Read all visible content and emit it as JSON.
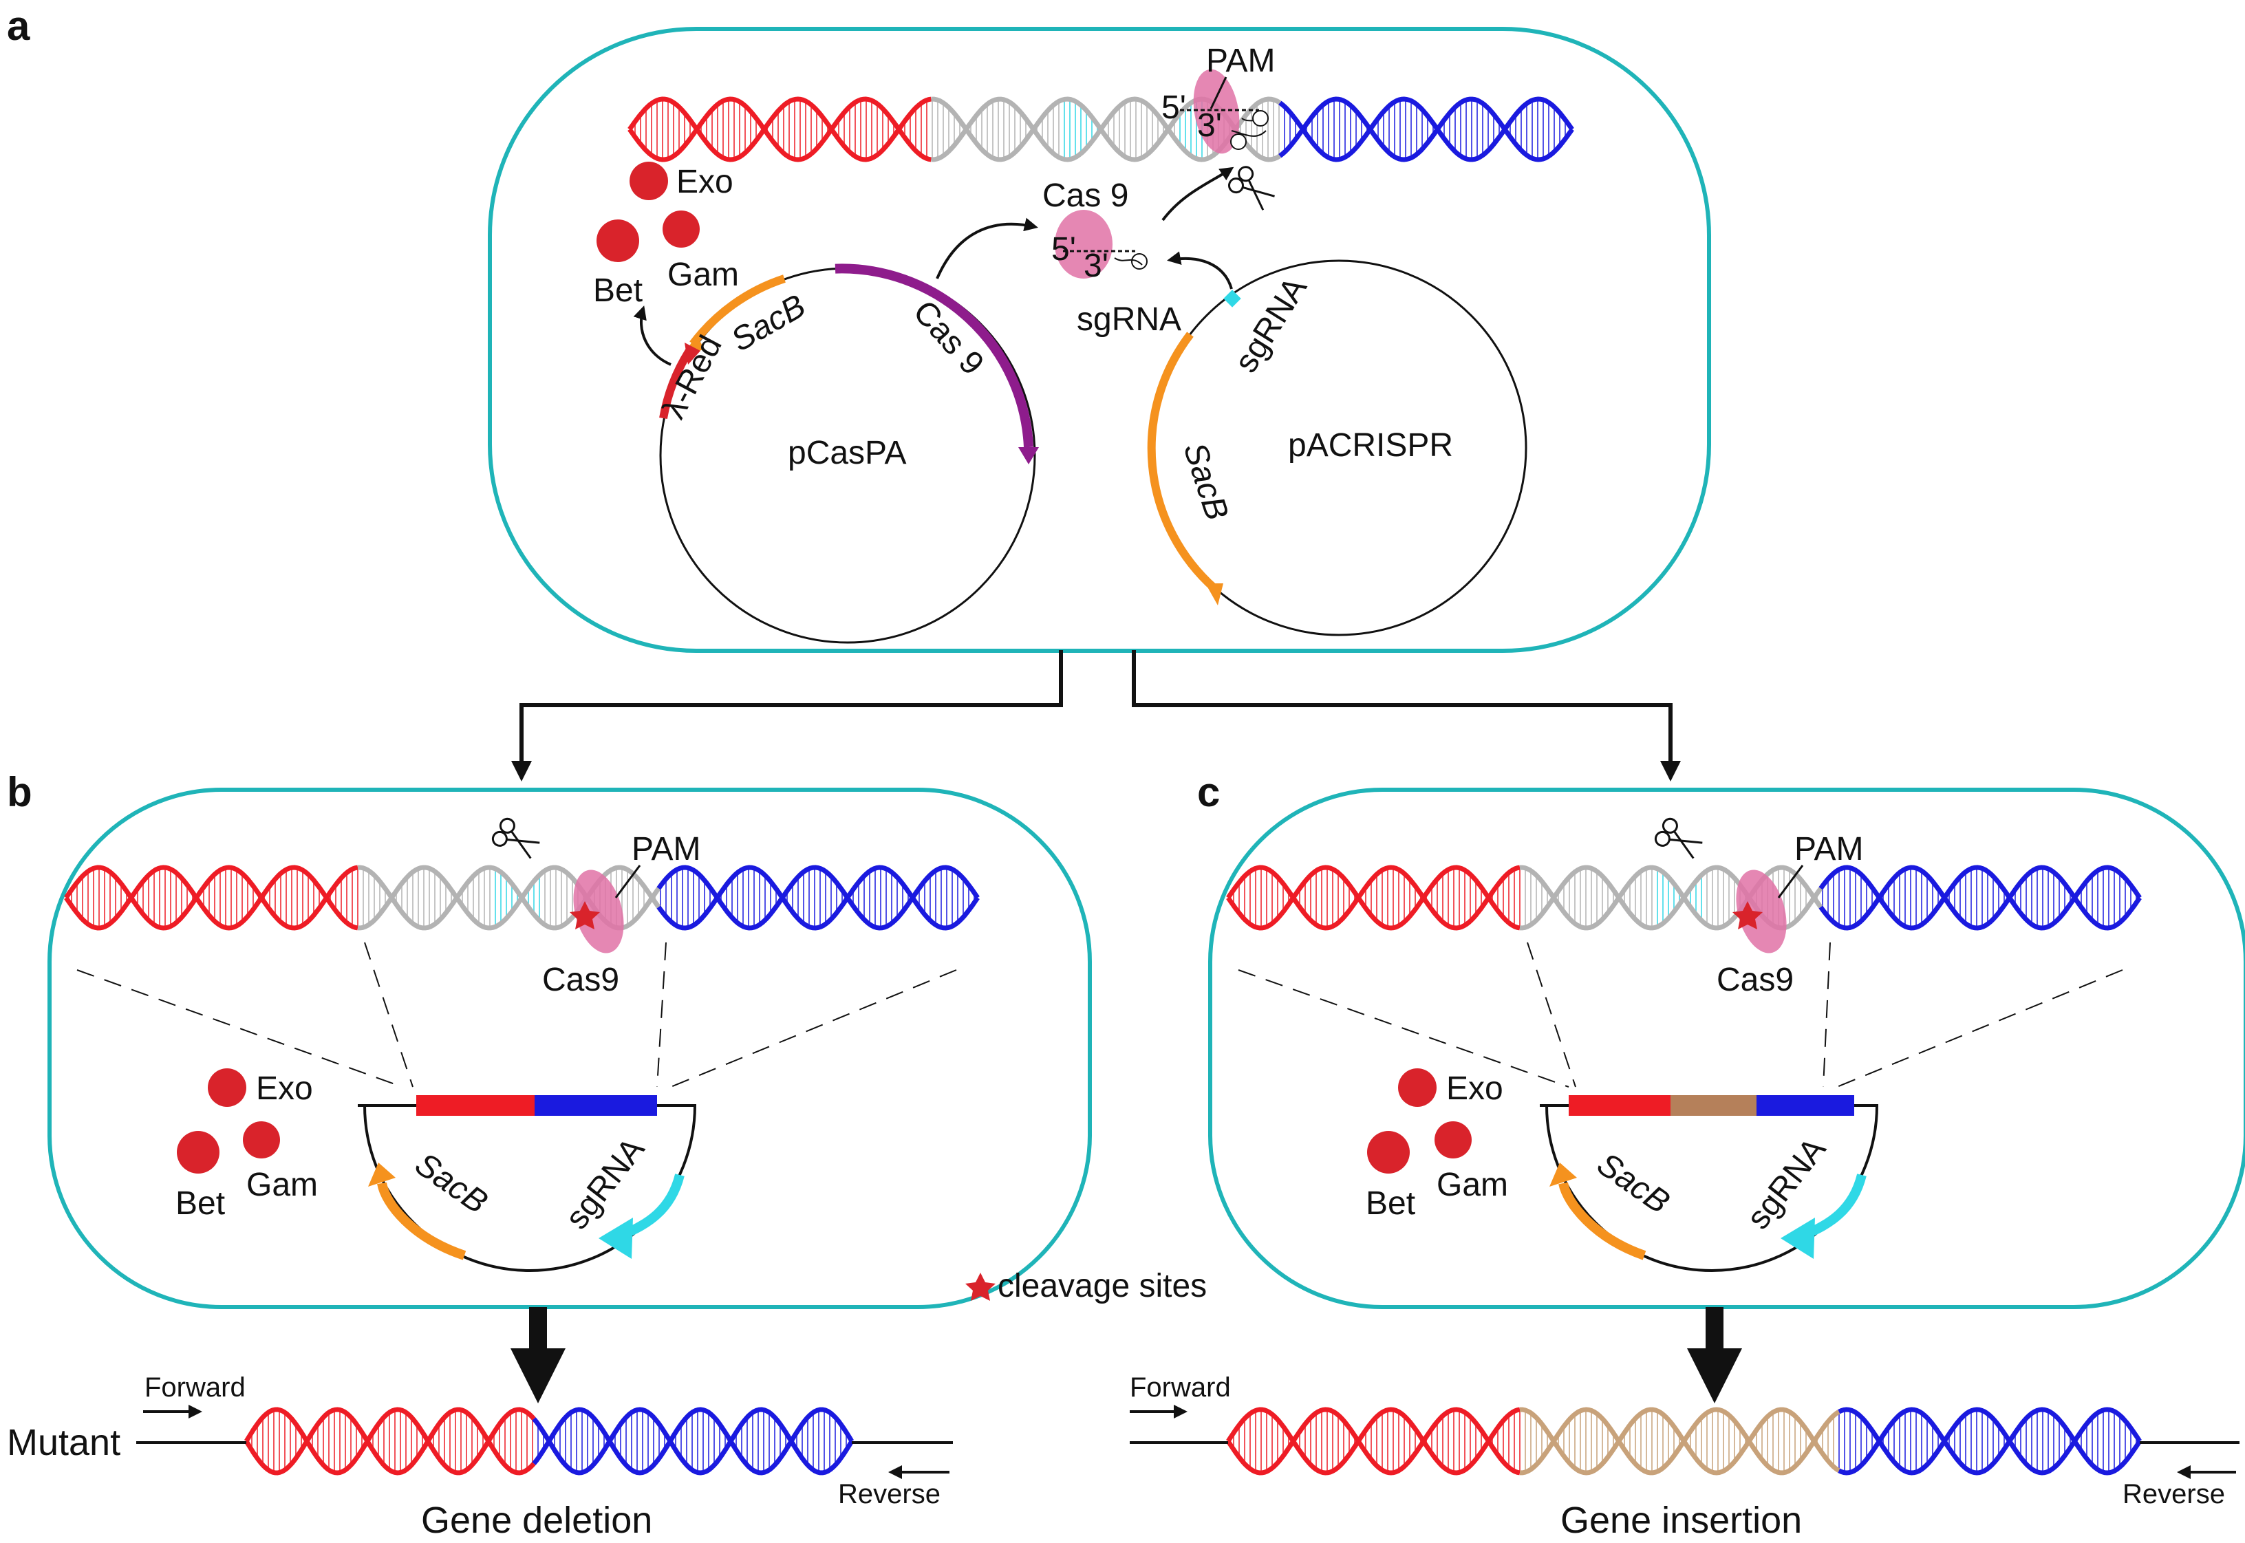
{
  "colors": {
    "cell_border": "#1fb4b8",
    "dna_red": "#ee1c25",
    "dna_blue": "#1a1adf",
    "dna_gray": "#b3b3b3",
    "dna_tan": "#c8a27a",
    "sgRNA_cyan": "#2fd8e6",
    "protein_red": "#d9232b",
    "cas9_pink": "#e072a6",
    "sacB_orange": "#f5921e",
    "cas9_purple": "#8e1c8c",
    "insert_brown": "#b5805a"
  },
  "panels": {
    "a": {
      "letter": "a",
      "pam": "PAM",
      "five_prime": "5'",
      "three_prime": "3'",
      "five_prime_2": "5'",
      "three_prime_2": "3'",
      "cas9_label": "Cas 9",
      "sgrna_label": "sgRNA",
      "exo": "Exo",
      "bet": "Bet",
      "gam": "Gam",
      "lambda_red": "λ-Red",
      "sacb": "SacB",
      "cas9_gene": "Cas 9",
      "plasmid1": "pCasPA",
      "plasmid2": "pACRISPR",
      "sgrna_gene": "sgRNA",
      "sacb_2": "SacB"
    },
    "b": {
      "letter": "b",
      "pam": "PAM",
      "cas9": "Cas9",
      "exo": "Exo",
      "bet": "Bet",
      "gam": "Gam",
      "sacb": "SacB",
      "sgrna": "sgRNA",
      "forward": "Forward",
      "reverse": "Reverse",
      "mutant": "Mutant",
      "caption": "Gene deletion"
    },
    "c": {
      "letter": "c",
      "pam": "PAM",
      "cas9": "Cas9",
      "exo": "Exo",
      "bet": "Bet",
      "gam": "Gam",
      "sacb": "SacB",
      "sgrna": "sgRNA",
      "forward": "Forward",
      "reverse": "Reverse",
      "caption": "Gene insertion"
    }
  },
  "legend": {
    "cleavage": "cleavage sites"
  }
}
